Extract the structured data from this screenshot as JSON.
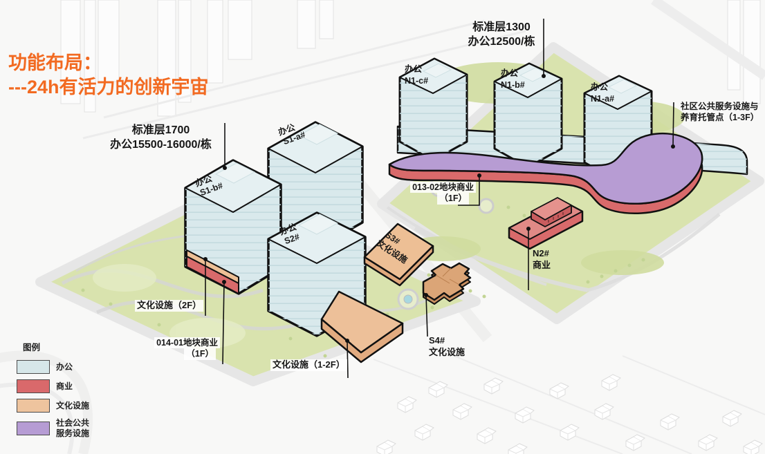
{
  "title": {
    "line1": "功能布局：",
    "line2": "---24h有活力的创新宇宙"
  },
  "annotations": {
    "south_typical": {
      "line1": "标准层1700",
      "line2": "办公15500-16000/栋"
    },
    "north_typical": {
      "line1": "标准层1300",
      "line2": "办公12500/栋"
    },
    "community": {
      "line1": "社区公共服务设施与",
      "line2": "养育托管点（1-3F）"
    },
    "biz_013": {
      "line1": "013-02地块商业",
      "line2": "（1F）"
    },
    "n2": {
      "line1": "N2#",
      "line2": "商业"
    },
    "culture_2f": {
      "label": "文化设施（2F）"
    },
    "biz_014": {
      "line1": "014-01地块商业",
      "line2": "（1F）"
    },
    "culture_12f": {
      "label": "文化设施（1-2F）"
    },
    "s4": {
      "line1": "S4#",
      "line2": "文化设施"
    }
  },
  "buildings": {
    "s1a": {
      "line1": "办公",
      "line2": "S1-a#"
    },
    "s1b": {
      "line1": "办公",
      "line2": "S1-b#"
    },
    "s2": {
      "line1": "办公",
      "line2": "S2#"
    },
    "n1c": {
      "line1": "办公",
      "line2": "N1-c#"
    },
    "n1b": {
      "line1": "办公",
      "line2": "N1-b#"
    },
    "n1a": {
      "line1": "办公",
      "line2": "N1-a#"
    },
    "s3": {
      "line1": "S3#",
      "line2": "文化设施"
    }
  },
  "legend": {
    "title": "图例",
    "items": [
      {
        "label": "办公",
        "color": "#d6e7e9"
      },
      {
        "label": "商业",
        "color": "#d9696b"
      },
      {
        "label": "文化设施",
        "color": "#eec49e"
      },
      {
        "label": "社会公共",
        "label2": "服务设施",
        "color": "#b69cd4"
      }
    ]
  },
  "colors": {
    "title_accent": "#f26a21",
    "office": "#d9e9ec",
    "office_top": "#e5f0f2",
    "commercial": "#d96a6b",
    "culture": "#edbf95",
    "public_service": "#b79cd3",
    "lawn": "#d9e3ae",
    "outline": "#111111"
  }
}
